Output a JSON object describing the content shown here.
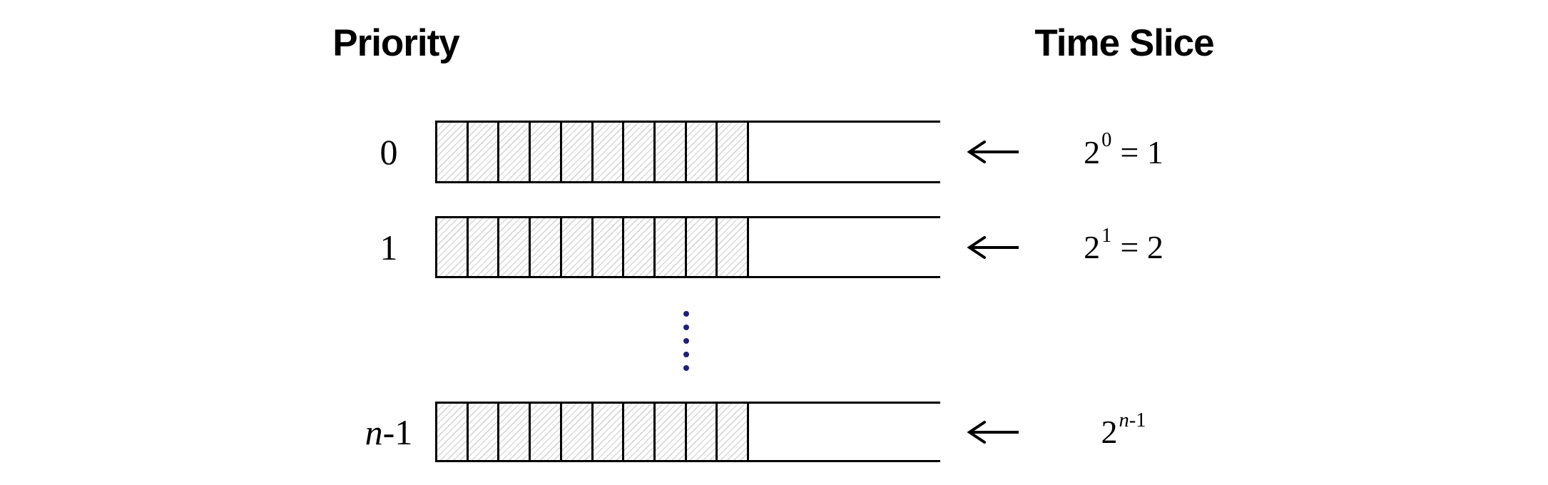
{
  "headers": {
    "priority": "Priority",
    "time_slice": "Time Slice"
  },
  "rows": [
    {
      "label_var": "",
      "label_rest": "0",
      "exp_base": "2",
      "exp_var": "",
      "exp_rest": "0",
      "result": "= 1"
    },
    {
      "label_var": "",
      "label_rest": "1",
      "exp_base": "2",
      "exp_var": "",
      "exp_rest": "1",
      "result": "= 2"
    },
    {
      "label_var": "n",
      "label_rest": "-1",
      "exp_base": "2",
      "exp_var": "n",
      "exp_rest": "-1",
      "result": ""
    }
  ],
  "queue": {
    "filled_cells": 10
  },
  "ellipsis": {
    "dot_count": 5,
    "color": "#1f1f78"
  },
  "colors": {
    "line": "#000000",
    "hatch": "#d9d9d9"
  }
}
